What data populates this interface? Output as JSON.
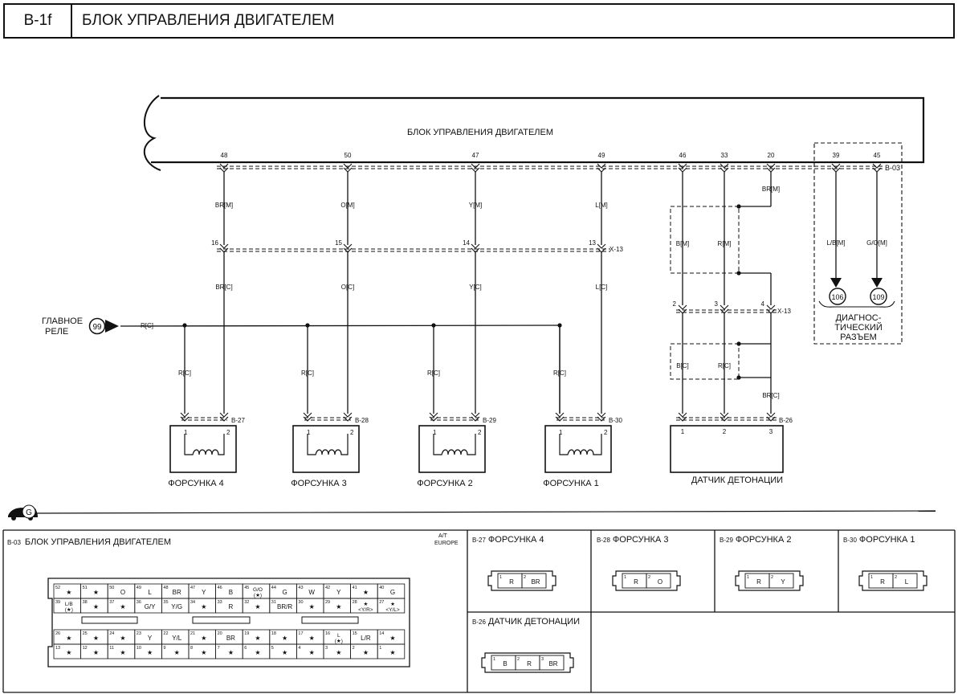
{
  "header": {
    "code": "B-1f",
    "title": "БЛОК УПРАВЛЕНИЯ ДВИГАТЕЛЕМ"
  },
  "ecu_box": {
    "label": "БЛОК УПРАВЛЕНИЯ ДВИГАТЕЛЕМ",
    "pins": [
      "48",
      "50",
      "47",
      "49",
      "46",
      "33",
      "20",
      "39",
      "45"
    ],
    "connector_id": "B-03"
  },
  "injector_circuits": [
    {
      "pin": "48",
      "wire_upper": "BR[M]",
      "joint_pin": "16",
      "wire_lower": "BR[C]",
      "power": "R[C]",
      "connector": "B-27",
      "terms": [
        "1",
        "2"
      ],
      "name": "ФОРСУНКА 4"
    },
    {
      "pin": "50",
      "wire_upper": "O[M]",
      "joint_pin": "15",
      "wire_lower": "O[C]",
      "power": "R[C]",
      "connector": "B-28",
      "terms": [
        "1",
        "2"
      ],
      "name": "ФОРСУНКА 3"
    },
    {
      "pin": "47",
      "wire_upper": "Y[M]",
      "joint_pin": "14",
      "wire_lower": "Y[C]",
      "power": "R[C]",
      "connector": "B-29",
      "terms": [
        "1",
        "2"
      ],
      "name": "ФОРСУНКА 2"
    },
    {
      "pin": "49",
      "wire_upper": "L[M]",
      "joint_pin": "13",
      "wire_lower": "L[C]",
      "power": "R[C]",
      "connector": "B-30",
      "terms": [
        "1",
        "2"
      ],
      "name": "ФОРСУНКА 1"
    }
  ],
  "joint_connector_1": "X-13",
  "joint_connector_2": "X-13",
  "knock_sensor": {
    "wires_upper": [
      "B[M]",
      "R[M]",
      "BR[M]"
    ],
    "joint_pins": [
      "2",
      "3",
      "4"
    ],
    "wires_lower": [
      "B[C]",
      "R[C]",
      "BR[C]"
    ],
    "connector": "B-26",
    "terms": [
      "1",
      "2",
      "3"
    ],
    "name": "ДАТЧИК ДЕТОНАЦИИ"
  },
  "diag": {
    "wires": [
      "L/B[M]",
      "G/O[M]"
    ],
    "refs": [
      "106",
      "109"
    ],
    "name": [
      "ДИАГНОС-",
      "ТИЧЕСКИЙ",
      "РАЗЪЕМ"
    ]
  },
  "main_relay": {
    "label": [
      "ГЛАВНОЕ",
      "РЕЛЕ"
    ],
    "ref": "99",
    "wire": "R[C]"
  },
  "ground_icon_letter": "G",
  "bottom": {
    "b03_title": "БЛОК УПРАВЛЕНИЯ ДВИГАТЕЛЕМ",
    "b03_code": "B-03",
    "variant": [
      "A/T",
      "EUROPE"
    ],
    "connectors": [
      {
        "code": "B-27",
        "name": "ФОРСУНКА 4",
        "pins": [
          {
            "n": "1",
            "c": "R"
          },
          {
            "n": "2",
            "c": "BR"
          }
        ]
      },
      {
        "code": "B-28",
        "name": "ФОРСУНКА 3",
        "pins": [
          {
            "n": "1",
            "c": "R"
          },
          {
            "n": "2",
            "c": "O"
          }
        ]
      },
      {
        "code": "B-29",
        "name": "ФОРСУНКА 2",
        "pins": [
          {
            "n": "1",
            "c": "R"
          },
          {
            "n": "2",
            "c": "Y"
          }
        ]
      },
      {
        "code": "B-30",
        "name": "ФОРСУНКА 1",
        "pins": [
          {
            "n": "1",
            "c": "R"
          },
          {
            "n": "2",
            "c": "L"
          }
        ]
      },
      {
        "code": "B-26",
        "name": "ДАТЧИК ДЕТОНАЦИИ",
        "pins": [
          {
            "n": "1",
            "c": "B"
          },
          {
            "n": "2",
            "c": "R"
          },
          {
            "n": "3",
            "c": "BR"
          }
        ]
      }
    ],
    "ecu_rows": [
      [
        [
          "52",
          "★"
        ],
        [
          "51",
          "★"
        ],
        [
          "50",
          "O"
        ],
        [
          "49",
          "L"
        ],
        [
          "48",
          "BR"
        ],
        [
          "47",
          "Y"
        ],
        [
          "46",
          "B"
        ],
        [
          "45",
          "G/O\n(★)"
        ],
        [
          "44",
          "G"
        ],
        [
          "43",
          "W"
        ],
        [
          "42",
          "Y"
        ],
        [
          "41",
          "★"
        ],
        [
          "40",
          "G"
        ]
      ],
      [
        [
          "39",
          "L/B\n(★)"
        ],
        [
          "38",
          "★"
        ],
        [
          "37",
          "★"
        ],
        [
          "36",
          "G/Y"
        ],
        [
          "35",
          "Y/G"
        ],
        [
          "34",
          "★"
        ],
        [
          "33",
          "R"
        ],
        [
          "32",
          "★"
        ],
        [
          "31",
          "BR/R"
        ],
        [
          "30",
          "★"
        ],
        [
          "29",
          "★"
        ],
        [
          "28",
          "★\n<Y/R>"
        ],
        [
          "27",
          "★\n<Y/L>"
        ]
      ],
      [
        [
          "26",
          "★"
        ],
        [
          "25",
          "★"
        ],
        [
          "24",
          "★"
        ],
        [
          "23",
          "Y"
        ],
        [
          "22",
          "Y/L"
        ],
        [
          "21",
          "★"
        ],
        [
          "20",
          "BR"
        ],
        [
          "19",
          "★"
        ],
        [
          "18",
          "★"
        ],
        [
          "17",
          "★"
        ],
        [
          "16",
          "L\n(★)"
        ],
        [
          "15",
          "L/R"
        ],
        [
          "14",
          "★"
        ]
      ],
      [
        [
          "13",
          "★"
        ],
        [
          "12",
          "★"
        ],
        [
          "11",
          "★"
        ],
        [
          "10",
          "★"
        ],
        [
          "9",
          "★"
        ],
        [
          "8",
          "★"
        ],
        [
          "7",
          "★"
        ],
        [
          "6",
          "★"
        ],
        [
          "5",
          "★"
        ],
        [
          "4",
          "★"
        ],
        [
          "3",
          "★"
        ],
        [
          "2",
          "★"
        ],
        [
          "1",
          "★"
        ]
      ]
    ]
  }
}
